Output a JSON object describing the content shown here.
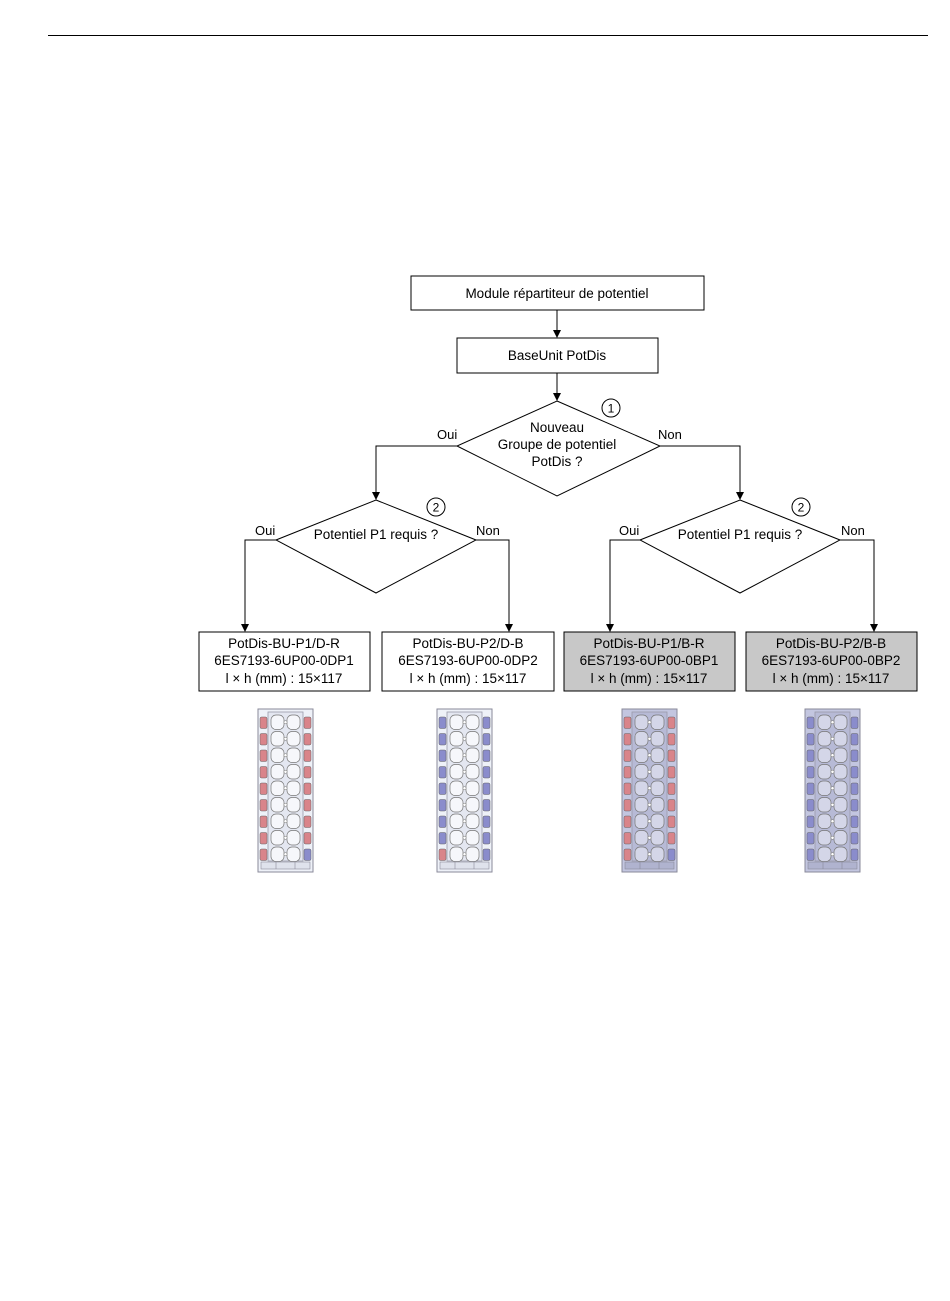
{
  "flowchart": {
    "start": "Module répartiteur de potentiel",
    "baseunit": "BaseUnit PotDis",
    "decision1": {
      "number": "1",
      "lines": [
        "Nouveau",
        "Groupe de potentiel",
        "PotDis ?"
      ],
      "yes": "Oui",
      "no": "Non"
    },
    "decision2_left": {
      "number": "2",
      "text": "Potentiel P1 requis ?",
      "yes": "Oui",
      "no": "Non"
    },
    "decision2_right": {
      "number": "2",
      "text": "Potentiel P1 requis ?",
      "yes": "Oui",
      "no": "Non"
    },
    "results": [
      {
        "name": "PotDis-BU-P1/D-R",
        "code": "6ES7193-6UP00-0DP1",
        "dims": "l × h (mm) : 15×117",
        "shaded": false
      },
      {
        "name": "PotDis-BU-P2/D-B",
        "code": "6ES7193-6UP00-0DP2",
        "dims": "l × h (mm) : 15×117",
        "shaded": false
      },
      {
        "name": "PotDis-BU-P1/B-R",
        "code": "6ES7193-6UP00-0BP1",
        "dims": "l × h (mm) : 15×117",
        "shaded": true
      },
      {
        "name": "PotDis-BU-P2/B-B",
        "code": "6ES7193-6UP00-0BP2",
        "dims": "l × h (mm) : 15×117",
        "shaded": true
      }
    ]
  },
  "colors": {
    "shaded_box": "#c8c8c8",
    "terminal_red": "#d9848a",
    "terminal_blue": "#8a8ccc",
    "module_light": "#eef1f8",
    "module_dark": "#c3c6e0"
  }
}
